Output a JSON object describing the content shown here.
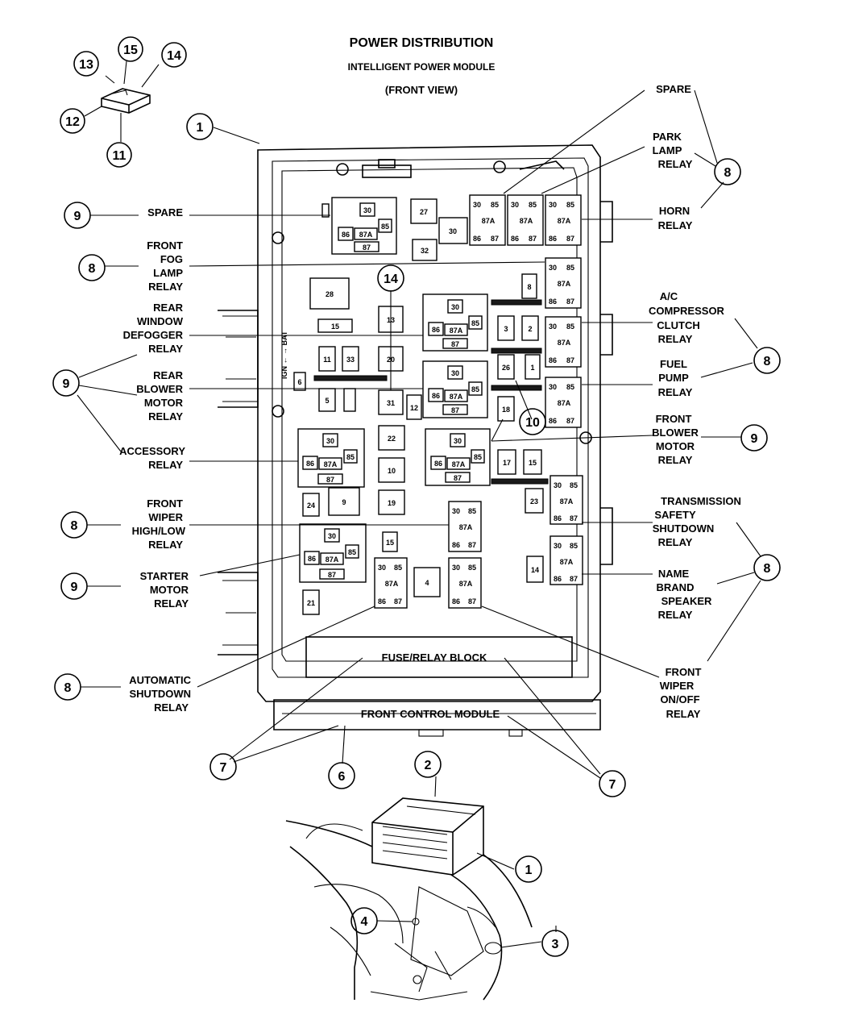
{
  "title": {
    "line1": "POWER DISTRIBUTION",
    "line2": "INTELLIGENT POWER MODULE",
    "line3": "(FRONT VIEW)"
  },
  "callouts": {
    "n1": "1",
    "n2": "2",
    "n3": "3",
    "n4": "4",
    "n6": "6",
    "n7": "7",
    "n8": "8",
    "n9": "9",
    "n10": "10",
    "n11": "11",
    "n12": "12",
    "n13": "13",
    "n14": "14",
    "n15": "15"
  },
  "labels": {
    "spare_right": "SPARE",
    "park_lamp_relay": [
      "PARK",
      "LAMP",
      "RELAY"
    ],
    "horn_relay": [
      "HORN",
      "RELAY"
    ],
    "spare_left": "SPARE",
    "front_fog_lamp_relay": [
      "FRONT",
      "FOG",
      "LAMP",
      "RELAY"
    ],
    "rear_window_defogger_relay": [
      "REAR",
      "WINDOW",
      "DEFOGGER",
      "RELAY"
    ],
    "ac_compressor_clutch_relay": [
      "A/C",
      "COMPRESSOR",
      "CLUTCH",
      "RELAY"
    ],
    "rear_blower_motor_relay": [
      "REAR",
      "BLOWER",
      "MOTOR",
      "RELAY"
    ],
    "fuel_pump_relay": [
      "FUEL",
      "PUMP",
      "RELAY"
    ],
    "front_blower_motor_relay": [
      "FRONT",
      "BLOWER",
      "MOTOR",
      "RELAY"
    ],
    "accessory_relay": [
      "ACCESSORY",
      "RELAY"
    ],
    "front_wiper_high_low_relay": [
      "FRONT",
      "WIPER",
      "HIGH/LOW",
      "RELAY"
    ],
    "transmission_safety_shutdown_relay": [
      "TRANSMISSION",
      "SAFETY",
      "SHUTDOWN",
      "RELAY"
    ],
    "starter_motor_relay": [
      "STARTER",
      "MOTOR",
      "RELAY"
    ],
    "name_brand_speaker_relay": [
      "NAME",
      "BRAND",
      "SPEAKER",
      "RELAY"
    ],
    "automatic_shutdown_relay": [
      "AUTOMATIC",
      "SHUTDOWN",
      "RELAY"
    ],
    "front_wiper_on_off_relay": [
      "FRONT",
      "WIPER",
      "ON/OFF",
      "RELAY"
    ],
    "fuse_relay_block": "FUSE/RELAY BLOCK",
    "front_control_module": "FRONT CONTROL MODULE",
    "ign_bat": "IGN ← → BAT"
  },
  "fuses": {
    "f27": "27",
    "f30": "30",
    "f32": "32",
    "f28": "28",
    "f15": "15",
    "f13": "13",
    "f20": "20",
    "f31": "31",
    "f12": "12",
    "f22": "22",
    "f10": "10",
    "f19": "19",
    "f9": "9",
    "f24": "24",
    "f11": "11",
    "f33": "33",
    "f6": "6",
    "f5": "5",
    "f8": "8",
    "f3": "3",
    "f2": "2",
    "f26": "26",
    "f1": "1",
    "f18": "18",
    "f17": "17",
    "f16": "15",
    "f23": "23",
    "f14": "14",
    "f21": "21",
    "f4": "4",
    "f15b": "15"
  },
  "relay_pins": {
    "p30": "30",
    "p85": "85",
    "p87a": "87A",
    "p86": "86",
    "p87": "87"
  }
}
